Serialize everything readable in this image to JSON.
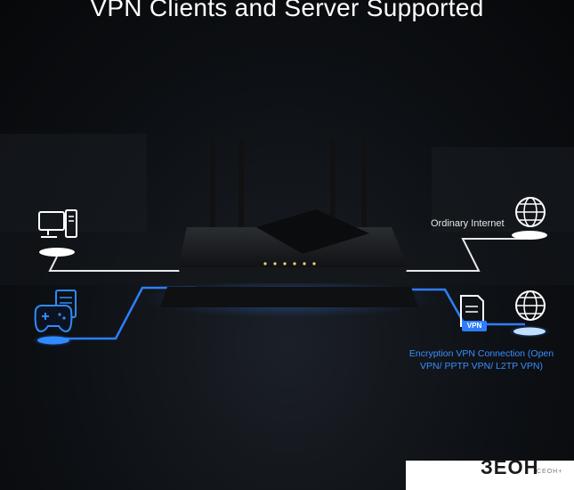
{
  "title": "VPN Clients and Server Supported",
  "labels": {
    "ordinary_internet": "Ordinary Internet",
    "vpn_connection": "Encryption VPN Connection (Open VPN/ PPTP VPN/ L2TP VPN)",
    "vpn_tag": "VPN"
  },
  "watermark": {
    "logo_text": "ЗЕОН",
    "small_text": "СЕОН+"
  },
  "colors": {
    "background": "#0b0d10",
    "ordinary_line": "#e8e8e8",
    "vpn_line": "#2f7dff",
    "vpn_text": "#3a8fff"
  },
  "icons": {
    "pc": "desktop-computer-icon",
    "gamepad": "game-controller-icon",
    "globe_top": "globe-icon",
    "globe_bottom": "globe-icon",
    "vpn_server": "vpn-server-icon",
    "router": "router-image"
  }
}
